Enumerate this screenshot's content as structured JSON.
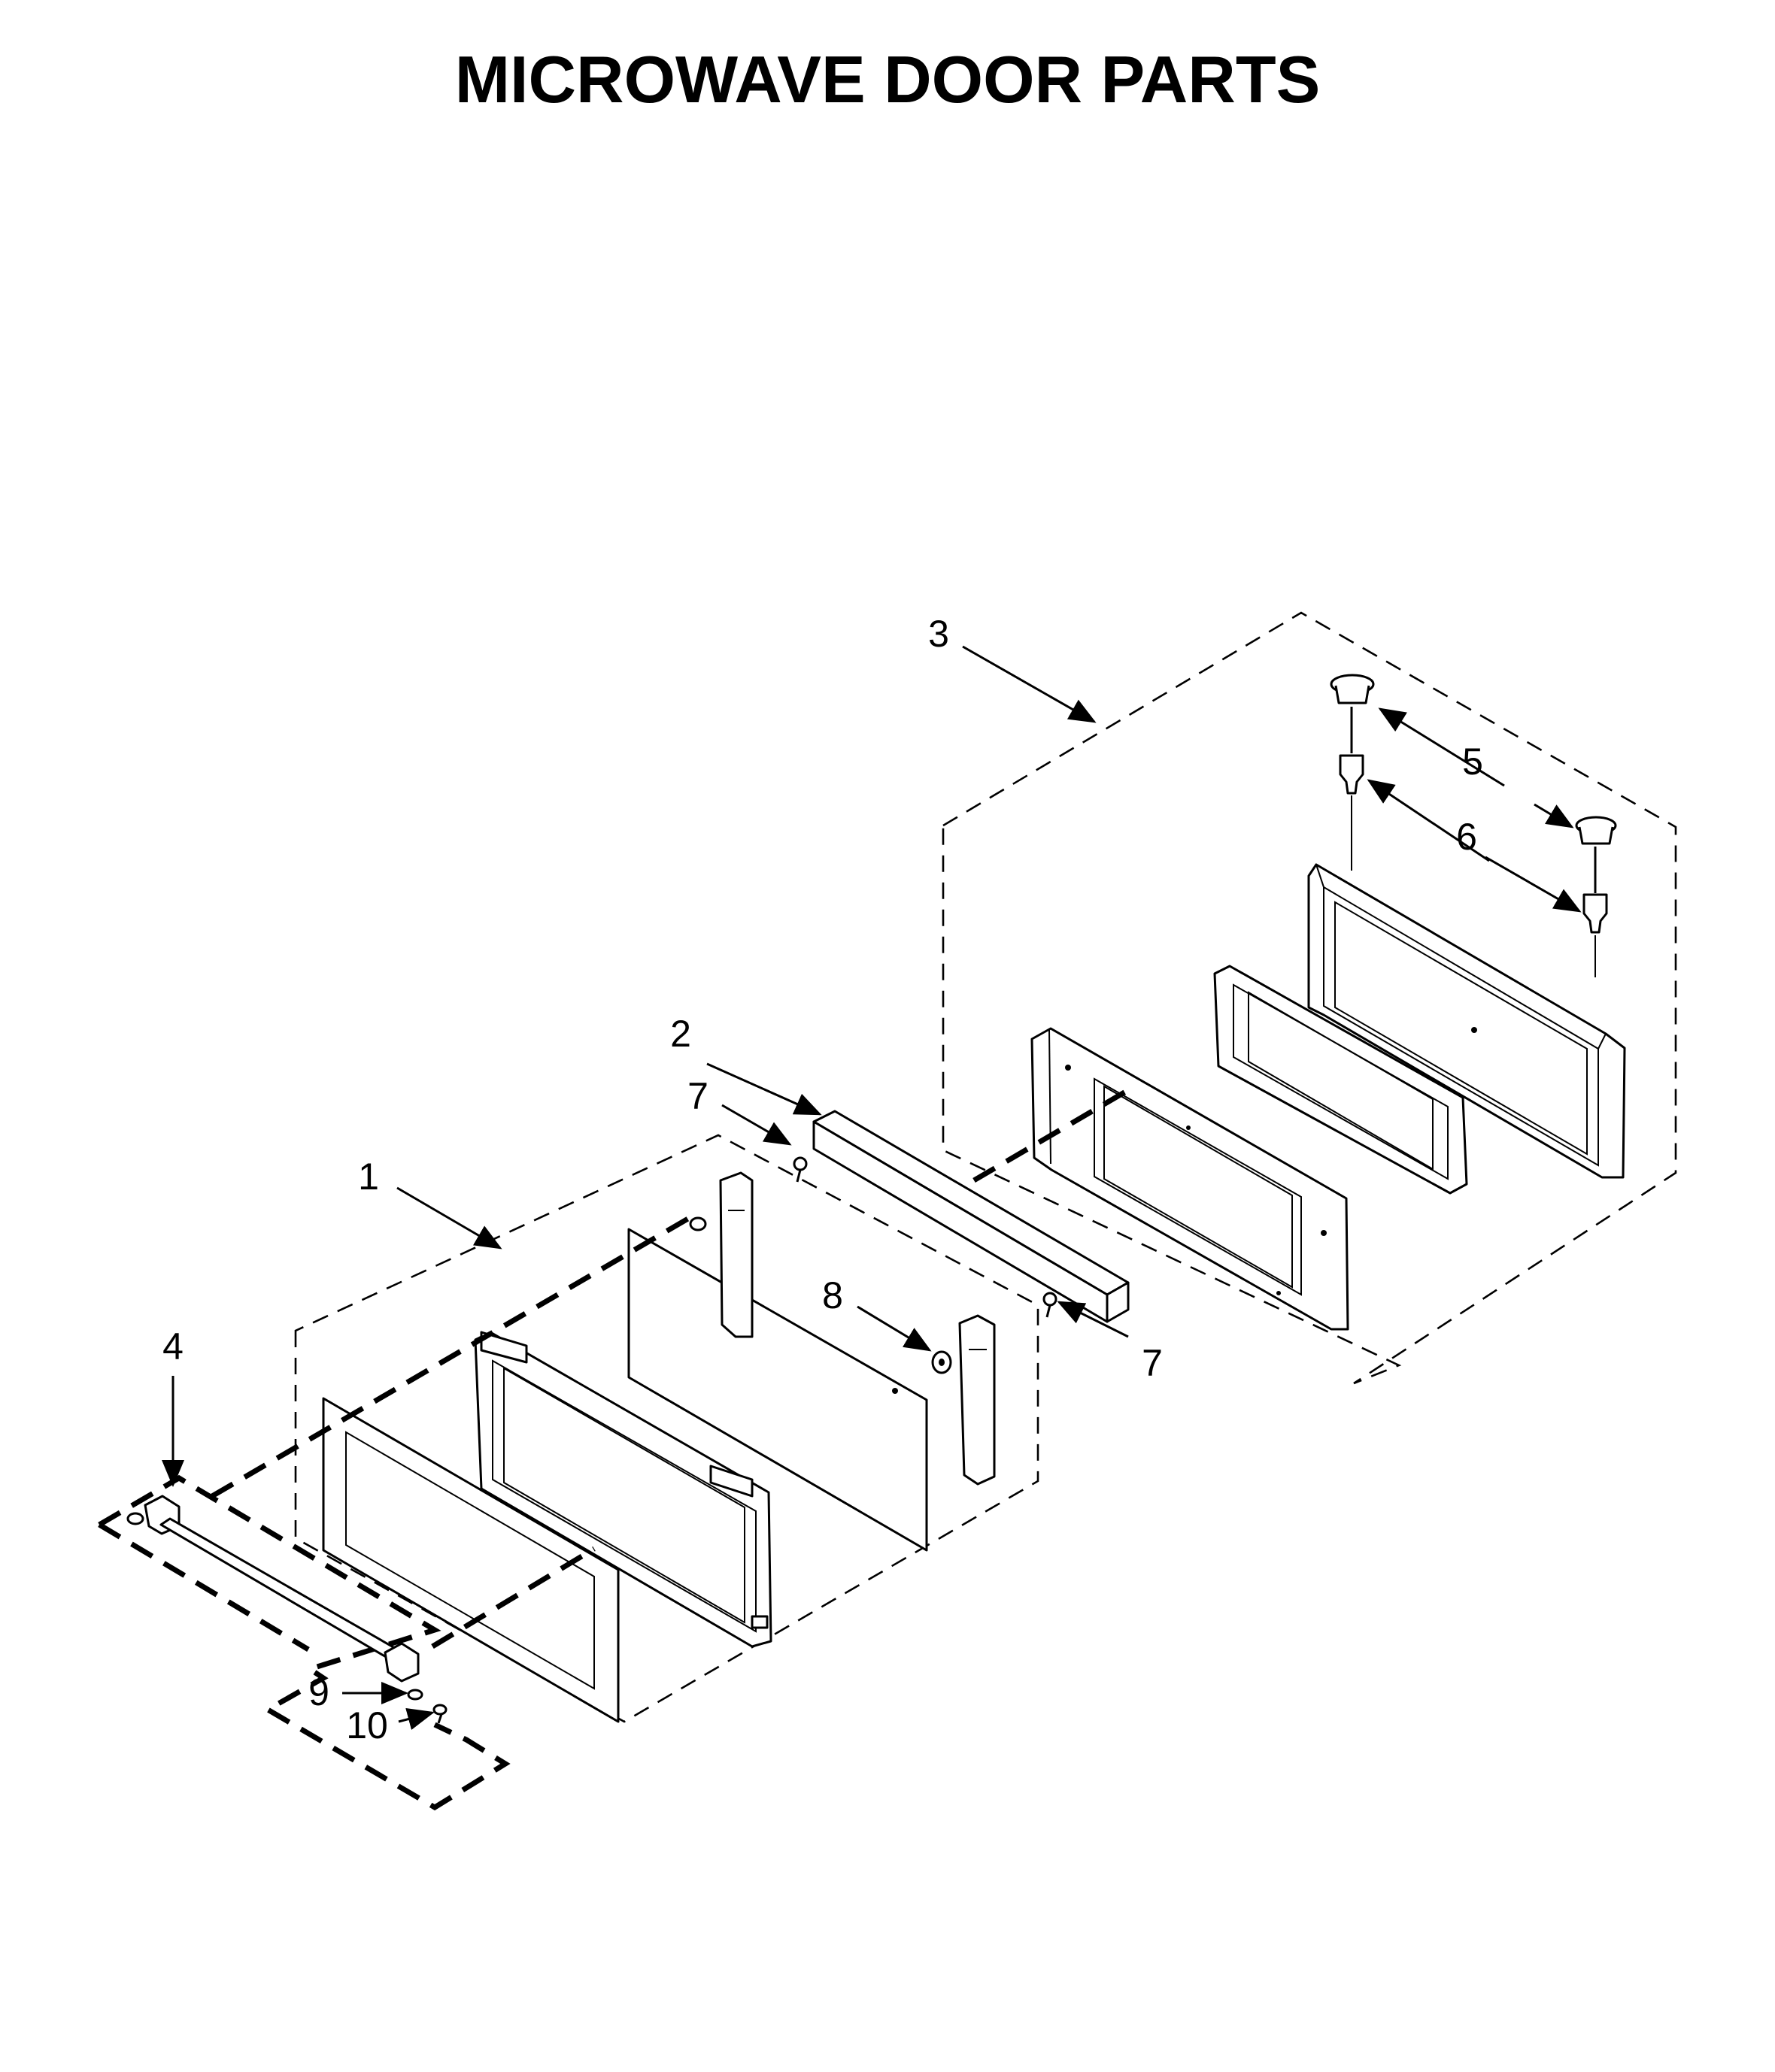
{
  "title": "MICROWAVE DOOR PARTS",
  "callouts": [
    {
      "id": "1",
      "label": "1"
    },
    {
      "id": "2",
      "label": "2"
    },
    {
      "id": "3",
      "label": "3"
    },
    {
      "id": "4",
      "label": "4"
    },
    {
      "id": "5",
      "label": "5"
    },
    {
      "id": "6",
      "label": "6"
    },
    {
      "id": "7a",
      "label": "7"
    },
    {
      "id": "7b",
      "label": "7"
    },
    {
      "id": "8",
      "label": "8"
    },
    {
      "id": "9",
      "label": "9"
    },
    {
      "id": "10",
      "label": "10"
    }
  ]
}
